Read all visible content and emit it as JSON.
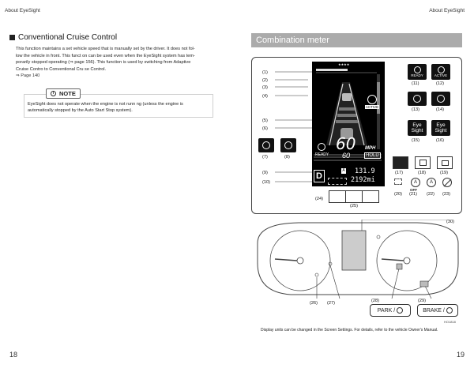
{
  "header": {
    "left": "About EyeSight",
    "right": "About EyeSight"
  },
  "page_numbers": {
    "left": "18",
    "right": "19"
  },
  "left_page": {
    "section_title": "Conventional Cruise Control",
    "body_lines": [
      "This function maintains a set vehicle speed that is manually set by the driver. It does not fol-",
      "low the vehicle in front. This funct on can be used even when the EyeSight system has tem-",
      "porarily stopped operating (⇒ page 156). This function is used by switching from Adaptive",
      "Cruise Contro  to Conventional Cru se Control.",
      "⇒ Page 140"
    ],
    "note": {
      "label": "NOTE",
      "lines": [
        "EyeSight does not operate when the engine is not runn ng (unless the engine is",
        "automatically stopped by the Auto Start Stop system)."
      ]
    }
  },
  "right_page": {
    "banner": "Combination meter",
    "callouts_left": [
      "(1)",
      "(2)",
      "(3)",
      "(4)",
      "(5)",
      "(6)",
      "(7)",
      "(8)",
      "(9)",
      "(10)"
    ],
    "callouts_icons": [
      "(11)",
      "(12)",
      "(13)",
      "(14)",
      "(15)",
      "(16)",
      "(17)",
      "(18)",
      "(19)",
      "(20)",
      "(21)",
      "(22)",
      "(23)",
      "(24)",
      "(25)"
    ],
    "display": {
      "top_stars": "★★★★",
      "speed_set": "60",
      "speed_set_small": "60",
      "unit": "MPH",
      "hold": "HOLD",
      "ready": "READY",
      "active": "ACTIVE",
      "gear": "D",
      "trip_label": "A",
      "trip_value": "131.9",
      "odo_value": "2192mi"
    },
    "icon_labels": {
      "ready": "READY",
      "active": "ACTIVE",
      "eye1": "Eye",
      "sight1": "Sight",
      "eye2": "Eye",
      "sight2": "Sight",
      "off": "OFF"
    },
    "cluster": {
      "call_30": "(30)",
      "call_26": "(26)",
      "call_27": "(27)",
      "call_28": "(28)",
      "call_29": "(29)",
      "park": "PARK /",
      "brake": "BRAKE /"
    },
    "figure_id": "HO1818",
    "caption": "Display units can be changed in the Screen Settings. For details, refer to the vehicle Owner's Manual."
  },
  "colors": {
    "banner": "#ababab",
    "screen": "#000000"
  }
}
